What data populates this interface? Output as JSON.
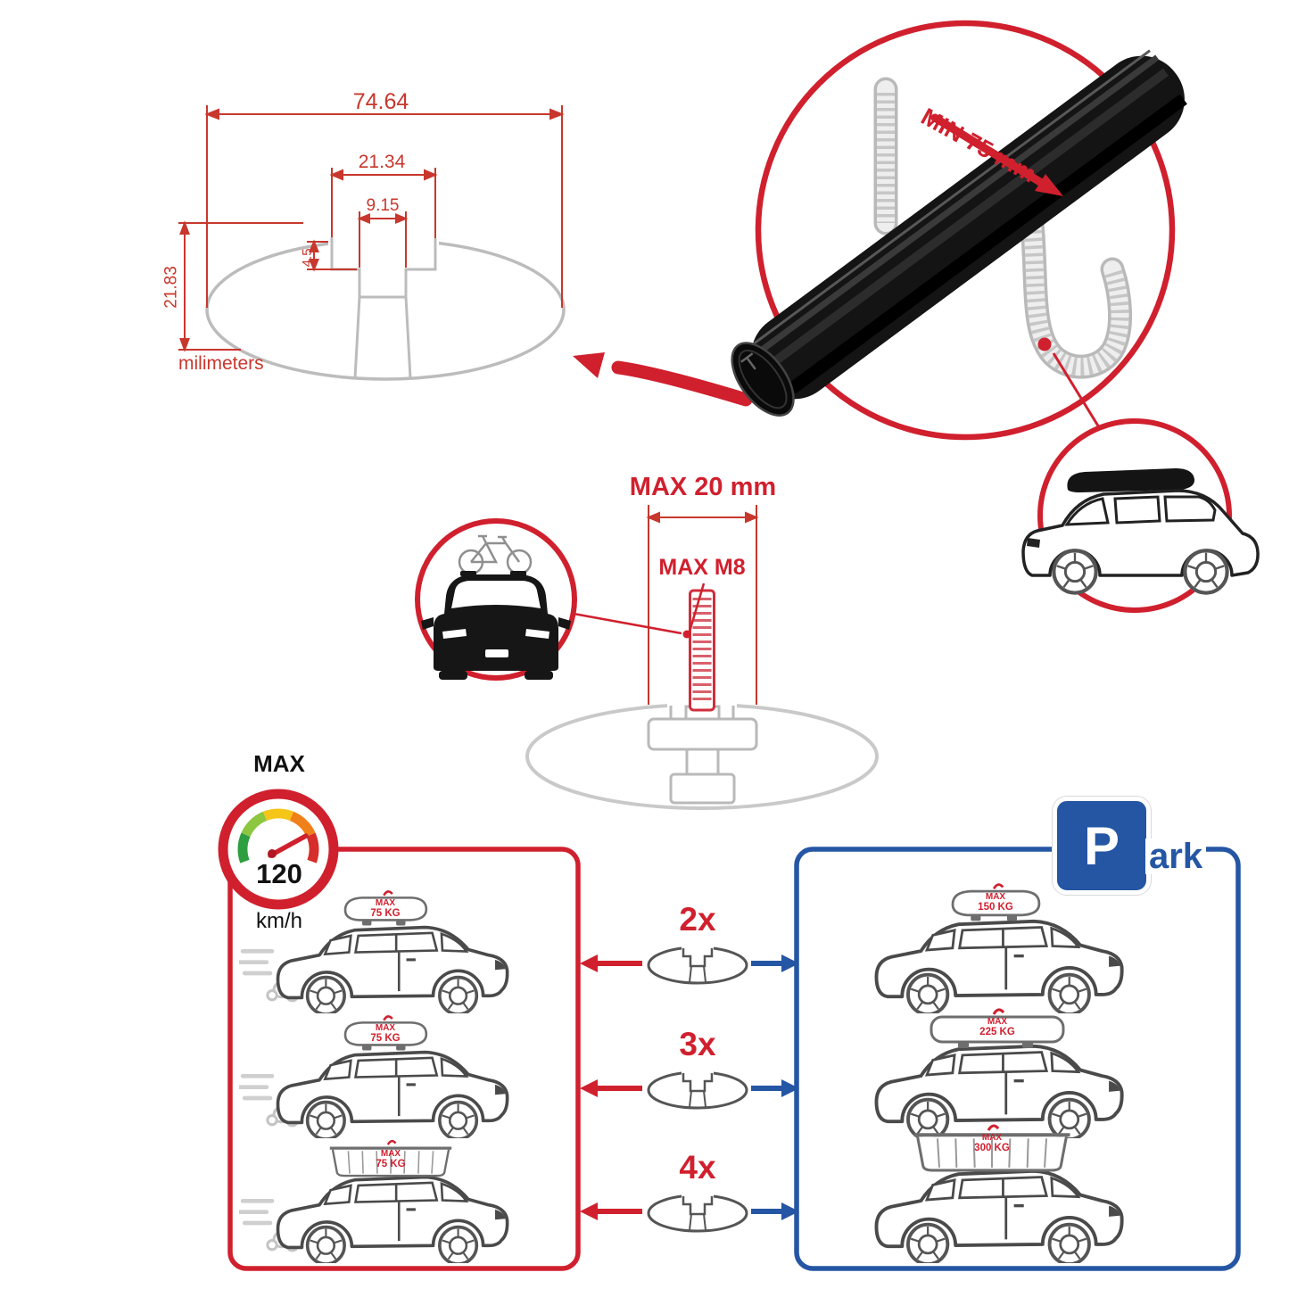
{
  "colors": {
    "accent_red": "#d0202e",
    "accent_blue": "#2456a4"
  },
  "profile_diagram": {
    "total_width": "74.64",
    "slot_outer_width": "21.34",
    "slot_inner_width": "9.15",
    "lip_depth": "4.5",
    "total_height": "21.83",
    "unit_note": "milimeters"
  },
  "clamp_detail": {
    "min_clearance": "MIN 75 mm"
  },
  "bolt_detail": {
    "max_length": "MAX 20 mm",
    "max_thread": "MAX M8"
  },
  "speed_limit": {
    "label": "MAX",
    "value": "120",
    "unit": "km/h"
  },
  "capacity": {
    "driving_cars": [
      {
        "max": "MAX",
        "weight": "75 KG"
      },
      {
        "max": "MAX",
        "weight": "75 KG"
      },
      {
        "max": "MAX",
        "weight": "75 KG"
      }
    ],
    "bar_counts": [
      "2x",
      "3x",
      "4x"
    ],
    "parked_cars": [
      {
        "max": "MAX",
        "weight": "150 KG"
      },
      {
        "max": "MAX",
        "weight": "225 KG"
      },
      {
        "max": "MAX",
        "weight": "300 KG"
      }
    ],
    "park_sign": {
      "letter": "P",
      "suffix": "ark"
    }
  }
}
